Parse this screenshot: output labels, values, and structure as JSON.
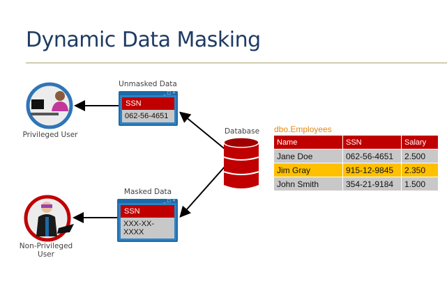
{
  "title": "Dynamic Data Masking",
  "privileged_user": {
    "label": "Privileged User",
    "ring_color": "#2e75b6"
  },
  "non_privileged_user": {
    "label_line1": "Non-Privileged",
    "label_line2": "User",
    "ring_color": "#c00000"
  },
  "unmasked": {
    "caption": "Unmasked Data",
    "header": "SSN",
    "value": "062-56-4651",
    "controls": "_ □ ×"
  },
  "masked": {
    "caption": "Masked Data",
    "header": "SSN",
    "value": "XXX-XX-XXXX",
    "controls": "_ □ ×"
  },
  "database": {
    "label": "Database",
    "color": "#c00000"
  },
  "table": {
    "title": "dbo.Employees",
    "columns": [
      "Name",
      "SSN",
      "Salary"
    ],
    "rows": [
      [
        "Jane Doe",
        "062-56-4651",
        "2.500"
      ],
      [
        "Jim Gray",
        "915-12-9845",
        "2.350"
      ],
      [
        "John Smith",
        "354-21-9184",
        "1.500"
      ]
    ],
    "highlight_color": "#ffc000"
  }
}
